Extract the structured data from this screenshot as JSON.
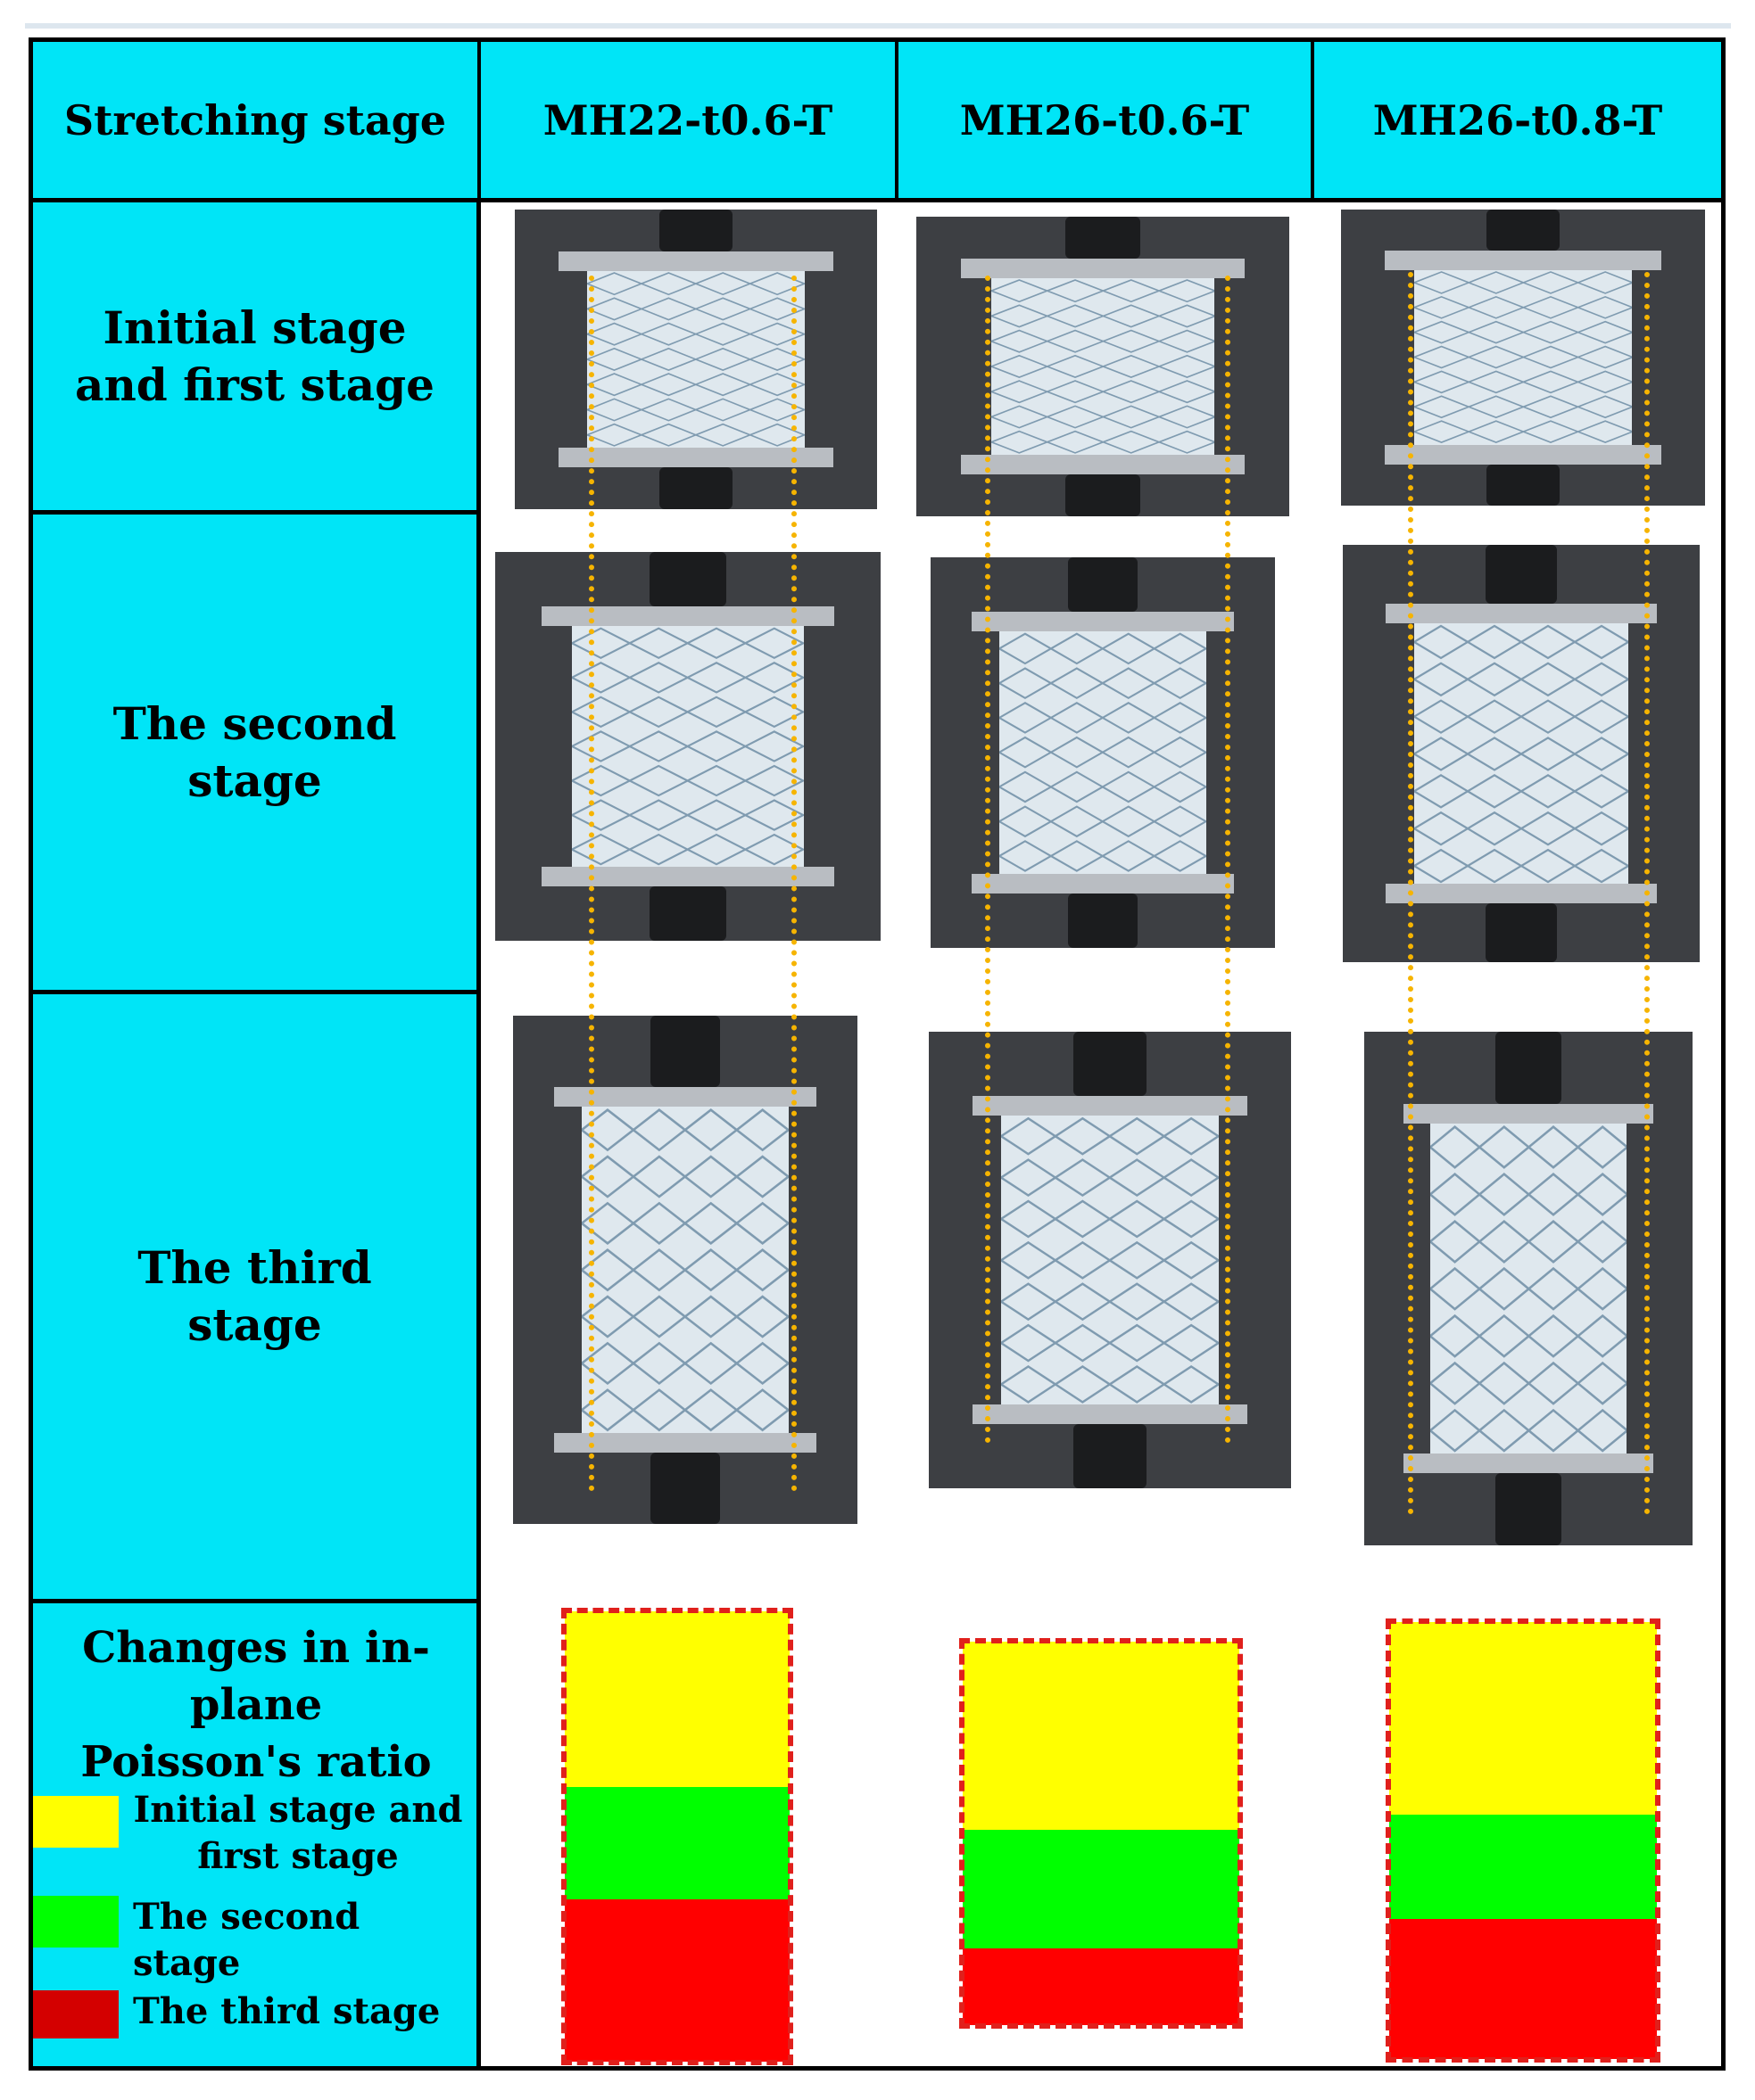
{
  "header": {
    "col_stage": "Stretching stage",
    "col_1": "MH22-t0.6-T",
    "col_2": "MH26-t0.6-T",
    "col_3": "MH26-t0.8-T"
  },
  "rows": {
    "row1": "Initial stage and first stage",
    "row2": "The second stage",
    "row3": "The third stage",
    "row4_title": "Changes in in-plane Poisson's ratio"
  },
  "legend": {
    "item1": "Initial stage and first stage",
    "item2": "The second stage",
    "item3": "The third stage",
    "colors": {
      "stage1": "#ffff00",
      "stage2": "#00ff00",
      "stage3": "#ff0000"
    }
  },
  "poisson_bars": [
    {
      "specimen": "MH22-t0.6-T",
      "stage_shares": [
        0.39,
        0.25,
        0.36
      ]
    },
    {
      "specimen": "MH26-t0.6-T",
      "stage_shares": [
        0.49,
        0.31,
        0.2
      ]
    },
    {
      "specimen": "MH26-t0.8-T",
      "stage_shares": [
        0.44,
        0.24,
        0.32
      ]
    }
  ],
  "icons": {
    "photo": "tensile-test-photo",
    "guide": "dotted-guide-line"
  },
  "colors": {
    "header_bg": "#00e5f7",
    "guide_line": "#f6b400",
    "bar_outline": "#e0201c"
  }
}
